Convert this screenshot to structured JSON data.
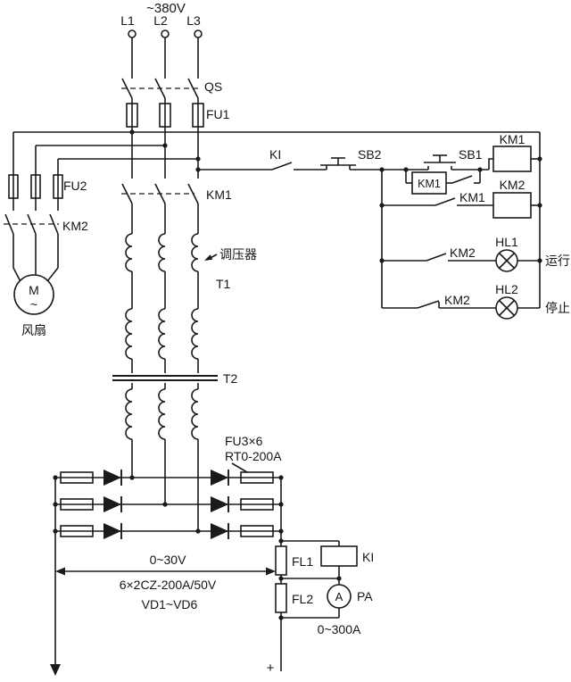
{
  "diagram": {
    "supply": {
      "voltage": "~380V",
      "l1": "L1",
      "l2": "L2",
      "l3": "L3"
    },
    "main": {
      "qs": "QS",
      "fu1": "FU1",
      "km1": "KM1",
      "regulator": "调压器",
      "t1": "T1",
      "t2": "T2",
      "fu3": "FU3×6",
      "fu3_type": "RT0-200A"
    },
    "motor": {
      "fu2": "FU2",
      "km2": "KM2",
      "m": "M",
      "ac": "~",
      "fan": "风扇"
    },
    "control": {
      "ki": "KI",
      "sb2": "SB2",
      "sb1": "SB1",
      "km1_aux": "KM1",
      "km1_coil": "KM1",
      "km2_coil": "KM2",
      "km1_no": "KM1",
      "km2_no": "KM2",
      "km2_nc": "KM2",
      "hl1": "HL1",
      "hl2": "HL2",
      "run": "运行",
      "stop": "停止"
    },
    "dc": {
      "voltage_range": "0~30V",
      "rectifier_spec": "6×2CZ-200A/50V",
      "diode_labels": "VD1~VD6",
      "fl1": "FL1",
      "ki_relay": "KI",
      "fl2": "FL2",
      "pa": "PA",
      "ammeter": "A",
      "current_range": "0~300A",
      "plus": "+"
    }
  }
}
